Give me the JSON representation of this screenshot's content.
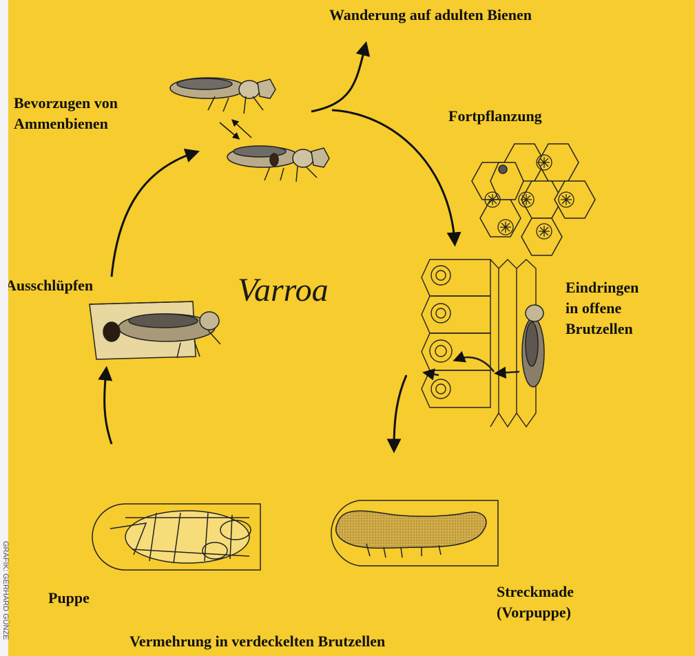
{
  "diagram": {
    "title": "Varroa",
    "labels": {
      "migration": "Wanderung auf adulten Bienen",
      "nurse_preference": "Bevorzugen von\nAmmenbienen",
      "reproduction": "Fortpflanzung",
      "invasion": "Eindringen\nin offene\nBrutzellen",
      "hatching": "Ausschlüpfen",
      "pupa": "Puppe",
      "prepupa": "Streckmade\n(Vorpuppe)",
      "multiplication": "Vermehrung in verdeckelten Brutzellen"
    },
    "credit": "GRAFIK: GERHARD GÜNZE"
  },
  "colors": {
    "background": "#f6cc2e",
    "ink": "#111111"
  }
}
